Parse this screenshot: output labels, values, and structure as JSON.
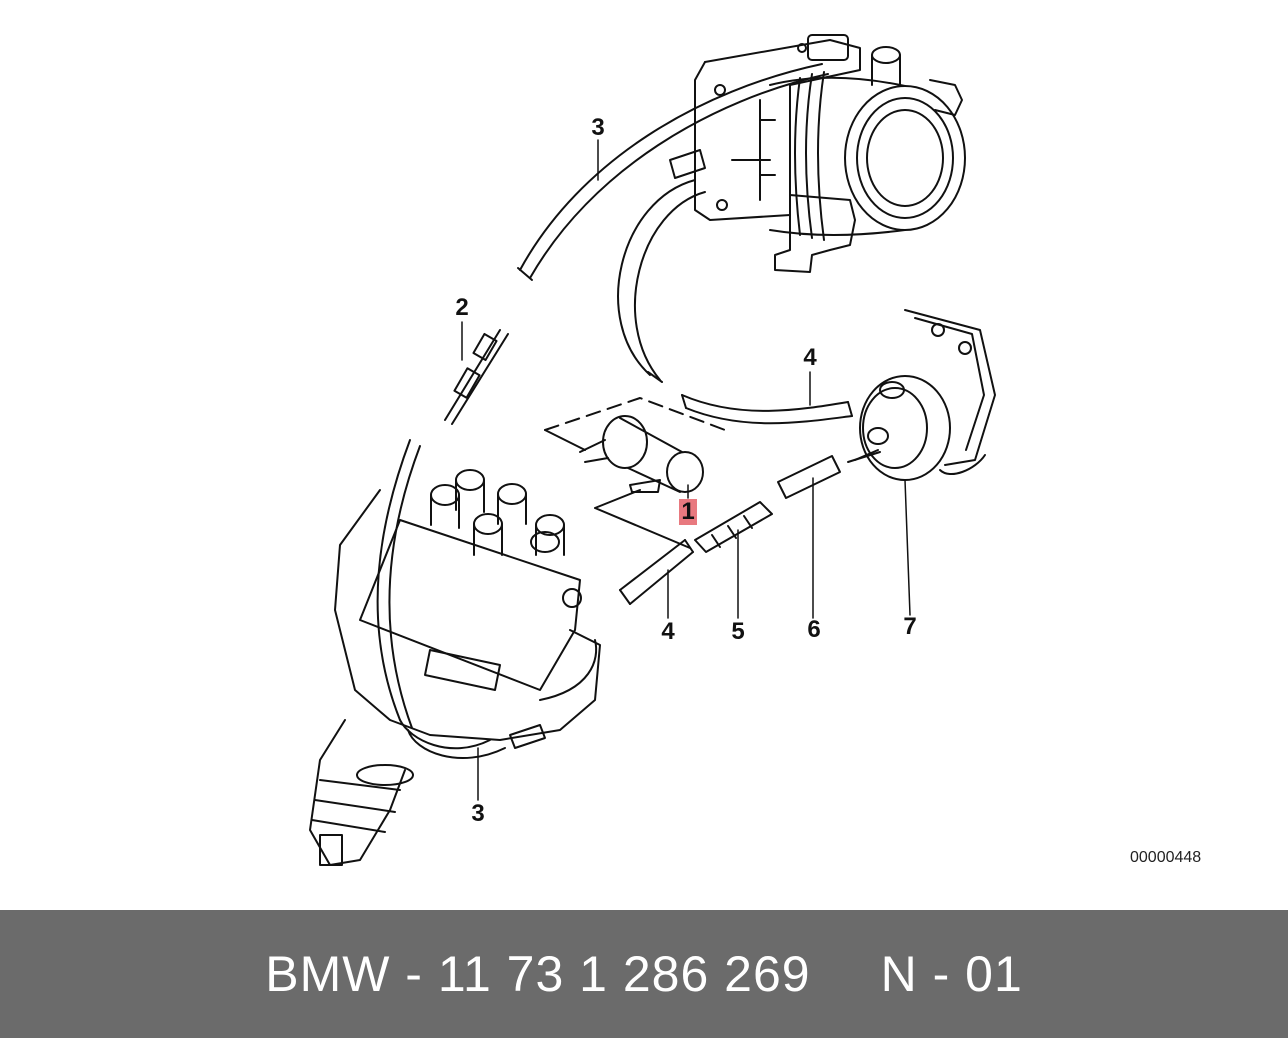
{
  "diagram": {
    "callouts": [
      {
        "id": "c1",
        "label": "1",
        "highlighted": true
      },
      {
        "id": "c2",
        "label": "2",
        "highlighted": false
      },
      {
        "id": "c3a",
        "label": "3",
        "highlighted": false
      },
      {
        "id": "c3b",
        "label": "3",
        "highlighted": false
      },
      {
        "id": "c4a",
        "label": "4",
        "highlighted": false
      },
      {
        "id": "c4b",
        "label": "4",
        "highlighted": false
      },
      {
        "id": "c5",
        "label": "5",
        "highlighted": false
      },
      {
        "id": "c6",
        "label": "6",
        "highlighted": false
      },
      {
        "id": "c7",
        "label": "7",
        "highlighted": false
      }
    ],
    "diagram_id": "00000448",
    "highlight_color": "#e8797f"
  },
  "footer": {
    "part_text": "BMW - 11 73 1 286 269",
    "code_text": "N - 01",
    "background": "#6b6b6b"
  }
}
